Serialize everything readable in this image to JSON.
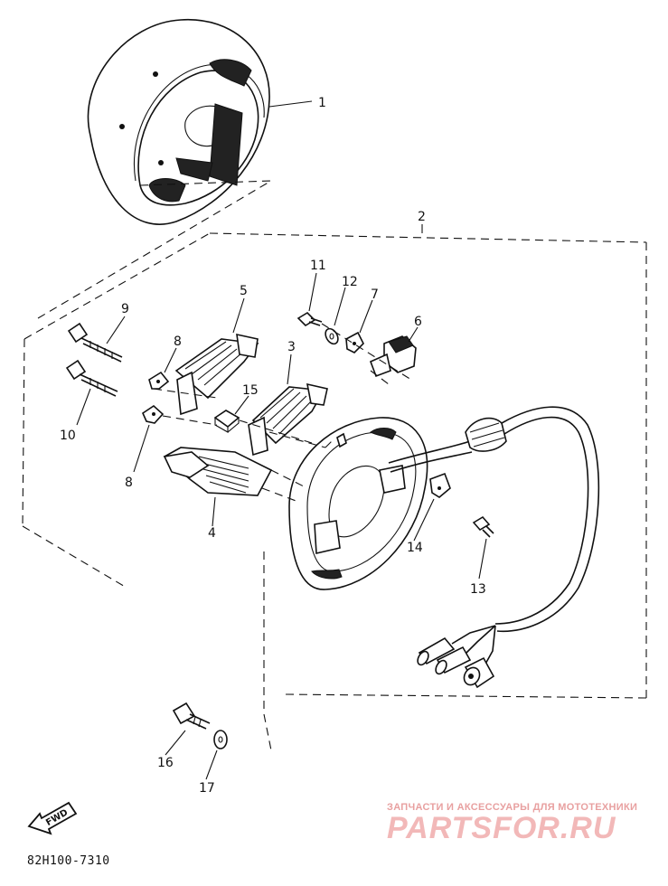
{
  "diagram": {
    "part_code": "82H100-7310",
    "fwd_label": "FWD",
    "labels": [
      "1",
      "2",
      "3",
      "4",
      "5",
      "6",
      "7",
      "8",
      "8",
      "9",
      "10",
      "11",
      "12",
      "13",
      "14",
      "15",
      "16",
      "17"
    ]
  },
  "watermark": {
    "tagline": "ЗАПЧАСТИ И АКСЕССУАРЫ ДЛЯ МОТОТЕХНИКИ",
    "logo": "PARTSFOR.RU"
  }
}
